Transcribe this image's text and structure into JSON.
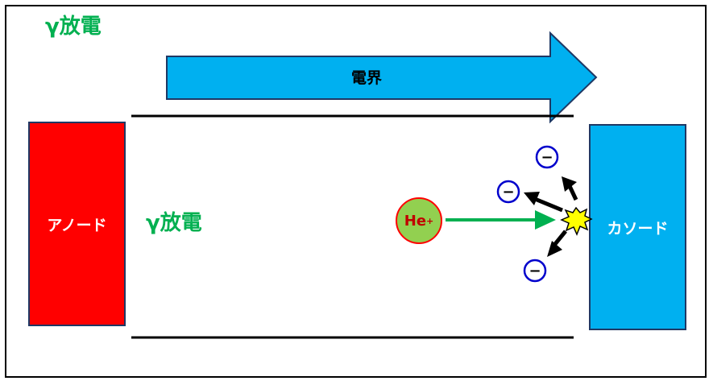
{
  "title": "γ放電",
  "field_label": "電界",
  "anode_label": "アノード",
  "cathode_label": "カソード",
  "discharge_label": "γ放電",
  "ion": {
    "base": "He",
    "charge": "+"
  },
  "electron_symbol": "−",
  "colors": {
    "title_text": "#00b050",
    "field_arrow": "#00b0f0",
    "anode": "#ff0000",
    "cathode": "#00b0f0",
    "ion_fill": "#92d050",
    "ion_border": "#ff0000",
    "ion_text": "#c00000",
    "ion_path": "#00b050",
    "electron_border": "#0000cc",
    "spark": "#ffff00"
  }
}
